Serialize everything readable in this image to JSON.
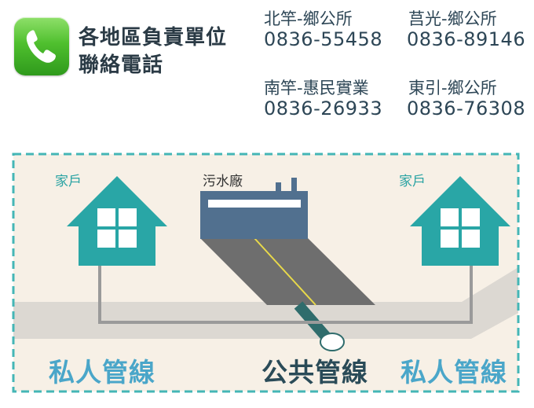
{
  "header": {
    "icon": "phone-icon",
    "title_line1": "各地區負責單位",
    "title_line2": "聯絡電話"
  },
  "contacts": [
    {
      "name": "北竿-鄉公所",
      "phone": "0836-55458"
    },
    {
      "name": "莒光-鄉公所",
      "phone": "0836-89146"
    },
    {
      "name": "南竿-惠民實業",
      "phone": "0836-26933"
    },
    {
      "name": "東引-鄉公所",
      "phone": "0836-76308"
    }
  ],
  "diagram": {
    "house_left_label": "家戶",
    "house_right_label": "家戶",
    "plant_label": "污水廠",
    "private_left_label": "私人管線",
    "public_label": "公共管線",
    "private_right_label": "私人管線"
  },
  "colors": {
    "teal": "#29a6a6",
    "background": "#f7f0e6",
    "ground": "#dcd8d2",
    "plant": "#51708f",
    "pipe": "#2f6c6c",
    "dashed_border": "#44b6b6"
  }
}
